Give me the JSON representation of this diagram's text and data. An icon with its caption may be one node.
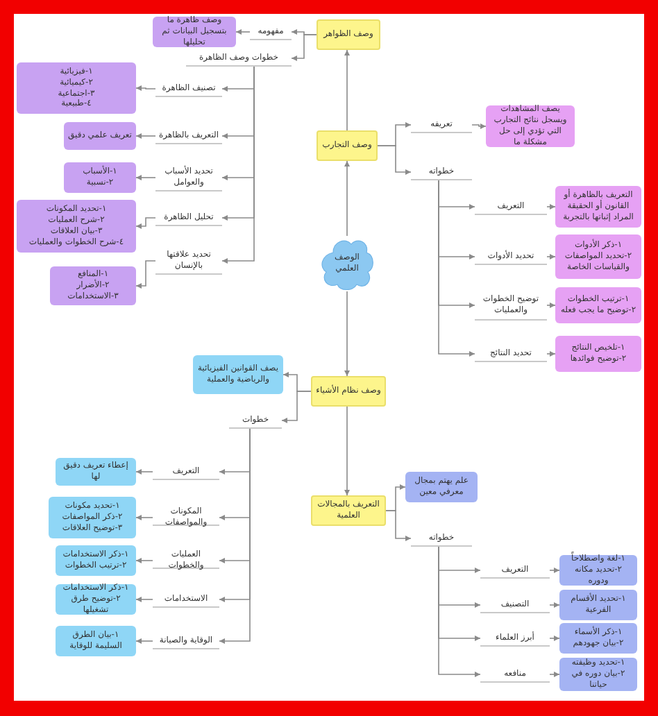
{
  "diagram": {
    "nodes": [
      {
        "text": [
          "وصف الظواهر"
        ]
      },
      {
        "text": [
          "مفهومه"
        ]
      },
      {
        "text": [
          "وصف ظاهرة ما بتسجيل البيانات ثم تحليلها"
        ]
      },
      {
        "text": [
          "خطوات وصف الظاهرة"
        ]
      },
      {
        "text": [
          "تصنيف الظاهرة"
        ]
      },
      {
        "text": [
          "١-فيزيائية",
          "٢-كيميائية",
          "٣-اجتماعية",
          "٤-طبيعية"
        ]
      },
      {
        "text": [
          "التعريف بالظاهرة"
        ]
      },
      {
        "text": [
          "تعريف علمي دقيق"
        ]
      },
      {
        "text": [
          "تحديد الأسباب والعوامل"
        ]
      },
      {
        "text": [
          "١-الأسباب",
          "٢-نسبية"
        ]
      },
      {
        "text": [
          "تحليل الظاهرة"
        ]
      },
      {
        "text": [
          "١-تحديد المكونات",
          "٢-شرح العمليات",
          "٣-بيان العلاقات",
          "٤-شرح الخطوات والعمليات"
        ]
      },
      {
        "text": [
          "تحديد علاقتها بالإنسان"
        ]
      },
      {
        "text": [
          "١-المنافع",
          "٢-الأضرار",
          "٣-الاستخدامات"
        ]
      },
      {
        "text": [
          "وصف التجارب"
        ]
      },
      {
        "text": [
          "تعريفه"
        ]
      },
      {
        "text": [
          "يصف المشاهدات ويسجل نتائج التجارب التي تؤدي إلى حل مشكلة ما"
        ]
      },
      {
        "text": [
          "خطواته"
        ]
      },
      {
        "text": [
          "التعريف"
        ]
      },
      {
        "text": [
          "التعريف بالظاهرة أو القانون أو الحقيقة المراد إثباتها بالتجربة"
        ]
      },
      {
        "text": [
          "تحديد الأدوات"
        ]
      },
      {
        "text": [
          "١-ذكر الأدوات",
          "٢-تحديد المواصفات والقياسات الخاصة"
        ]
      },
      {
        "text": [
          "توضيح الخطوات والعمليات"
        ]
      },
      {
        "text": [
          "١-ترتيب الخطوات",
          "٢-توضيح ما يجب فعله"
        ]
      },
      {
        "text": [
          "تحديد النتائج"
        ]
      },
      {
        "text": [
          "١-تلخيص النتائج",
          "٢-توضيح فوائدها"
        ]
      },
      {
        "text": [
          "الوصف العلمي"
        ]
      },
      {
        "text": [
          "وصف نظام الأشياء"
        ]
      },
      {
        "text": [
          "يصف القوانين الفيزيائية والرياضية والعملية"
        ]
      },
      {
        "text": [
          "خطوات"
        ]
      },
      {
        "text": [
          "التعريف"
        ]
      },
      {
        "text": [
          "إعطاء تعريف دقيق لها"
        ]
      },
      {
        "text": [
          "المكونات والمواصفات"
        ]
      },
      {
        "text": [
          "١-تحديد مكونات",
          "٢-ذكر المواصفات",
          "٣-توضيح العلاقات"
        ]
      },
      {
        "text": [
          "العمليات والخطوات"
        ]
      },
      {
        "text": [
          "١-ذكر الاستخدامات",
          "٢-ترتيب الخطوات"
        ]
      },
      {
        "text": [
          "الاستخدامات"
        ]
      },
      {
        "text": [
          "١-ذكر الاستخدامات",
          "٢-توضيح طرق تشغيلها"
        ]
      },
      {
        "text": [
          "الوقاية والصيانة"
        ]
      },
      {
        "text": [
          "١-بيان الطرق السليمة للوقاية"
        ]
      },
      {
        "text": [
          "التعريف بالمجالات العلمية"
        ]
      },
      {
        "text": [
          "علم يهتم بمجال معرفي معين"
        ]
      },
      {
        "text": [
          "خطواته"
        ]
      },
      {
        "text": [
          "التعريف"
        ]
      },
      {
        "text": [
          "١-لغة واصطلاحاً",
          "٢-تحديد مكانه ودوره"
        ]
      },
      {
        "text": [
          "التصنيف"
        ]
      },
      {
        "text": [
          "١-تحديد الأقسام الفرعية"
        ]
      },
      {
        "text": [
          "أبرز العلماء"
        ]
      },
      {
        "text": [
          "١-ذكر الأسماء",
          "٢-بيان جهودهم"
        ]
      },
      {
        "text": [
          "منافعه"
        ]
      },
      {
        "text": [
          "١-تحديد وظيفته",
          "٢-بيان دوره في حياتنا"
        ]
      }
    ],
    "edges": [
      {
        "from": 26,
        "to": 14,
        "arrow": "to"
      },
      {
        "from": 14,
        "to": 0,
        "arrow": "to"
      },
      {
        "from": 26,
        "to": 27,
        "arrow": "to"
      },
      {
        "from": 27,
        "to": 40,
        "arrow": "to"
      },
      {
        "from": 0,
        "to": 1,
        "arrow": "to"
      },
      {
        "from": 1,
        "to": 2,
        "arrow": "to"
      },
      {
        "from": 0,
        "to": 3,
        "arrow": "to"
      },
      {
        "from": 3,
        "to": 4,
        "arrow": "to"
      },
      {
        "from": 4,
        "to": 5,
        "arrow": "to"
      },
      {
        "from": 3,
        "to": 6,
        "arrow": "to"
      },
      {
        "from": 6,
        "to": 7,
        "arrow": "to"
      },
      {
        "from": 3,
        "to": 8,
        "arrow": "to"
      },
      {
        "from": 8,
        "to": 9,
        "arrow": "to"
      },
      {
        "from": 3,
        "to": 10,
        "arrow": "to"
      },
      {
        "from": 10,
        "to": 11,
        "arrow": "to"
      },
      {
        "from": 3,
        "to": 12,
        "arrow": "to"
      },
      {
        "from": 12,
        "to": 13,
        "arrow": "to"
      },
      {
        "from": 14,
        "to": 15,
        "arrow": "to"
      },
      {
        "from": 15,
        "to": 16,
        "arrow": "to"
      },
      {
        "from": 14,
        "to": 17,
        "arrow": "to"
      },
      {
        "from": 17,
        "to": 18,
        "arrow": "to"
      },
      {
        "from": 18,
        "to": 19,
        "arrow": "to"
      },
      {
        "from": 17,
        "to": 20,
        "arrow": "to"
      },
      {
        "from": 20,
        "to": 21,
        "arrow": "to"
      },
      {
        "from": 17,
        "to": 22,
        "arrow": "to"
      },
      {
        "from": 22,
        "to": 23,
        "arrow": "to"
      },
      {
        "from": 17,
        "to": 24,
        "arrow": "to"
      },
      {
        "from": 24,
        "to": 25,
        "arrow": "to"
      },
      {
        "from": 27,
        "to": 28,
        "arrow": "to"
      },
      {
        "from": 27,
        "to": 29,
        "arrow": "to"
      },
      {
        "from": 29,
        "to": 30,
        "arrow": "to"
      },
      {
        "from": 30,
        "to": 31,
        "arrow": "to"
      },
      {
        "from": 29,
        "to": 32,
        "arrow": "to"
      },
      {
        "from": 32,
        "to": 33,
        "arrow": "to"
      },
      {
        "from": 29,
        "to": 34,
        "arrow": "to"
      },
      {
        "from": 34,
        "to": 35,
        "arrow": "to"
      },
      {
        "from": 29,
        "to": 36,
        "arrow": "to"
      },
      {
        "from": 36,
        "to": 37,
        "arrow": "to"
      },
      {
        "from": 29,
        "to": 38,
        "arrow": "to"
      },
      {
        "from": 38,
        "to": 39,
        "arrow": "to"
      },
      {
        "from": 40,
        "to": 41,
        "arrow": "to"
      },
      {
        "from": 40,
        "to": 42,
        "arrow": "to"
      },
      {
        "from": 42,
        "to": 43,
        "arrow": "to"
      },
      {
        "from": 43,
        "to": 44,
        "arrow": "to"
      },
      {
        "from": 42,
        "to": 45,
        "arrow": "to"
      },
      {
        "from": 45,
        "to": 46,
        "arrow": "to"
      },
      {
        "from": 42,
        "to": 47,
        "arrow": "to"
      },
      {
        "from": 47,
        "to": 48,
        "arrow": "to"
      },
      {
        "from": 42,
        "to": 49,
        "arrow": "to"
      },
      {
        "from": 49,
        "to": 50,
        "arrow": "to"
      }
    ]
  }
}
